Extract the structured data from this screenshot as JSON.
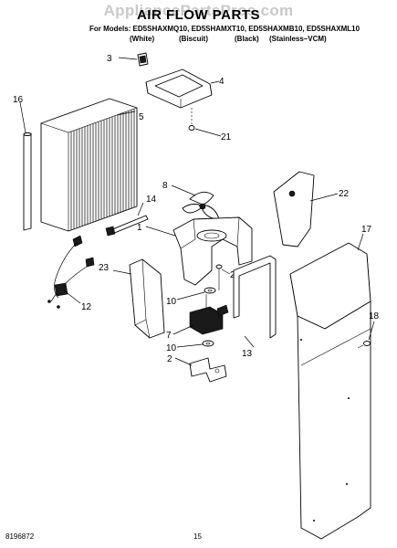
{
  "watermark": "AppliancePartsPros.com",
  "title": "AIR FLOW PARTS",
  "models_line": "For Models: ED5SHAXMQ10, ED5SHAMXT10, ED5SHAXMB10, ED5SHAXML10",
  "color_labels": [
    "(White)",
    "(Biscuit)",
    "(Black)",
    "(Stainless–VCM)"
  ],
  "callouts": {
    "c1": "1",
    "c2": "2",
    "c3": "3",
    "c4": "4",
    "c5": "5",
    "c7": "7",
    "c8": "8",
    "c10a": "10",
    "c10b": "10",
    "c12": "12",
    "c13": "13",
    "c14": "14",
    "c16": "16",
    "c17": "17",
    "c18": "18",
    "c21a": "21",
    "c21b": "21",
    "c22": "22",
    "c23": "23"
  },
  "footer": {
    "doc_number": "8196872",
    "page_number": "15"
  }
}
